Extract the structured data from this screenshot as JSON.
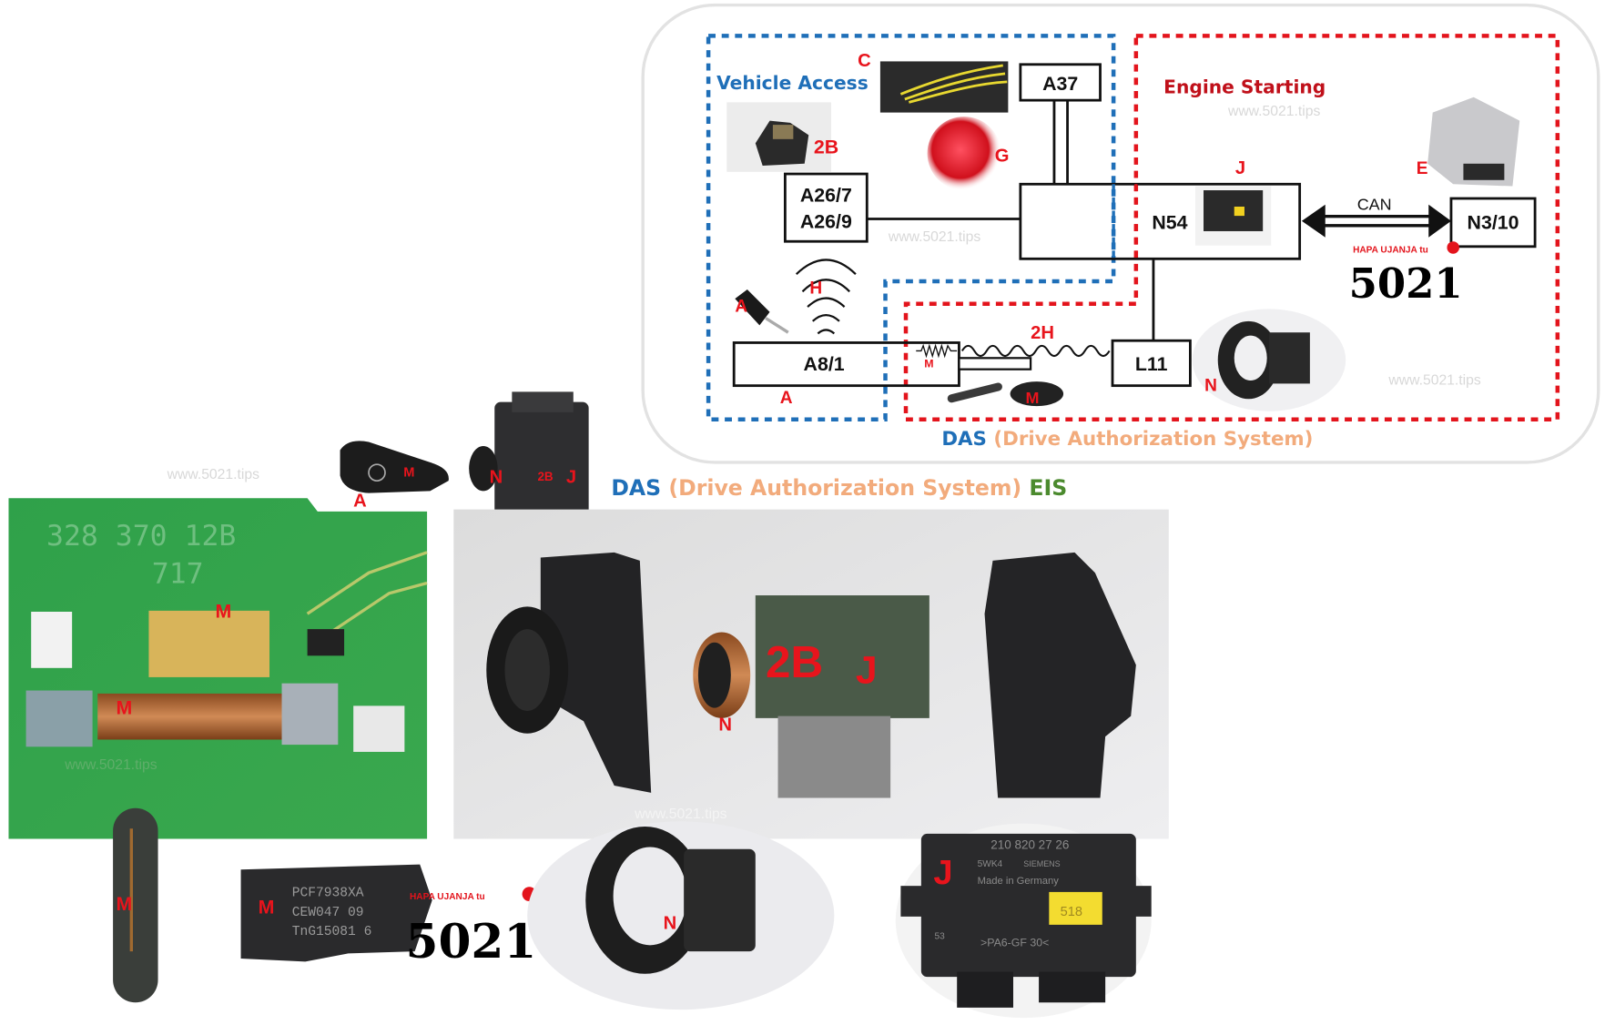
{
  "diagram": {
    "vehicle_access_title": "Vehicle Access",
    "engine_starting_title": "Engine Starting",
    "boxes": {
      "a37": "A37",
      "a26_line1": "A26/7",
      "a26_line2": "A26/9",
      "n54": "N54",
      "n3_10": "N3/10",
      "a8_1": "A8/1",
      "l11": "L11"
    },
    "can_label": "CAN",
    "labels": {
      "c": "C",
      "b2": "2B",
      "g": "G",
      "j": "J",
      "e": "E",
      "h": "H",
      "a_key": "A",
      "a_box": "A",
      "m_spring": "M",
      "h2": "2H",
      "m_chip": "M",
      "n": "N"
    },
    "caption": {
      "das": "DAS",
      "full": "(Drive Authorization System)"
    }
  },
  "photos": {
    "fob_labels": {
      "a": "A",
      "m": "M"
    },
    "eis_labels": {
      "n": "N",
      "b2": "2B",
      "j": "J"
    },
    "caption": {
      "das": "DAS",
      "full": "(Drive Authorization System)",
      "eis": "EIS"
    },
    "pcb": {
      "print1": "328 370 12B",
      "print2": "717",
      "m1": "M",
      "m2": "M"
    },
    "main_labels": {
      "b2": "2B",
      "j": "J",
      "n": "N"
    },
    "glass_m": "M",
    "chip": {
      "m": "M",
      "lines": [
        "PCF7938XA",
        "CEW047 09",
        "TnG15081 6"
      ]
    },
    "ring_n": "N",
    "module": {
      "j": "J",
      "part": "210 820 27 26",
      "code": "5WK4",
      "brand": "SIEMENS",
      "made": "Made in Germany",
      "sticker": "518",
      "material": ">PA6-GF 30<",
      "num": "53"
    }
  },
  "logo": {
    "tagline": "HAPA UJANJA tu",
    "number": "5021"
  },
  "watermark": "www.5021.tips",
  "colors": {
    "blue": "#1f6fb8",
    "red": "#e3141c",
    "orange": "#f2ab7c",
    "green": "#4b8a2e"
  }
}
